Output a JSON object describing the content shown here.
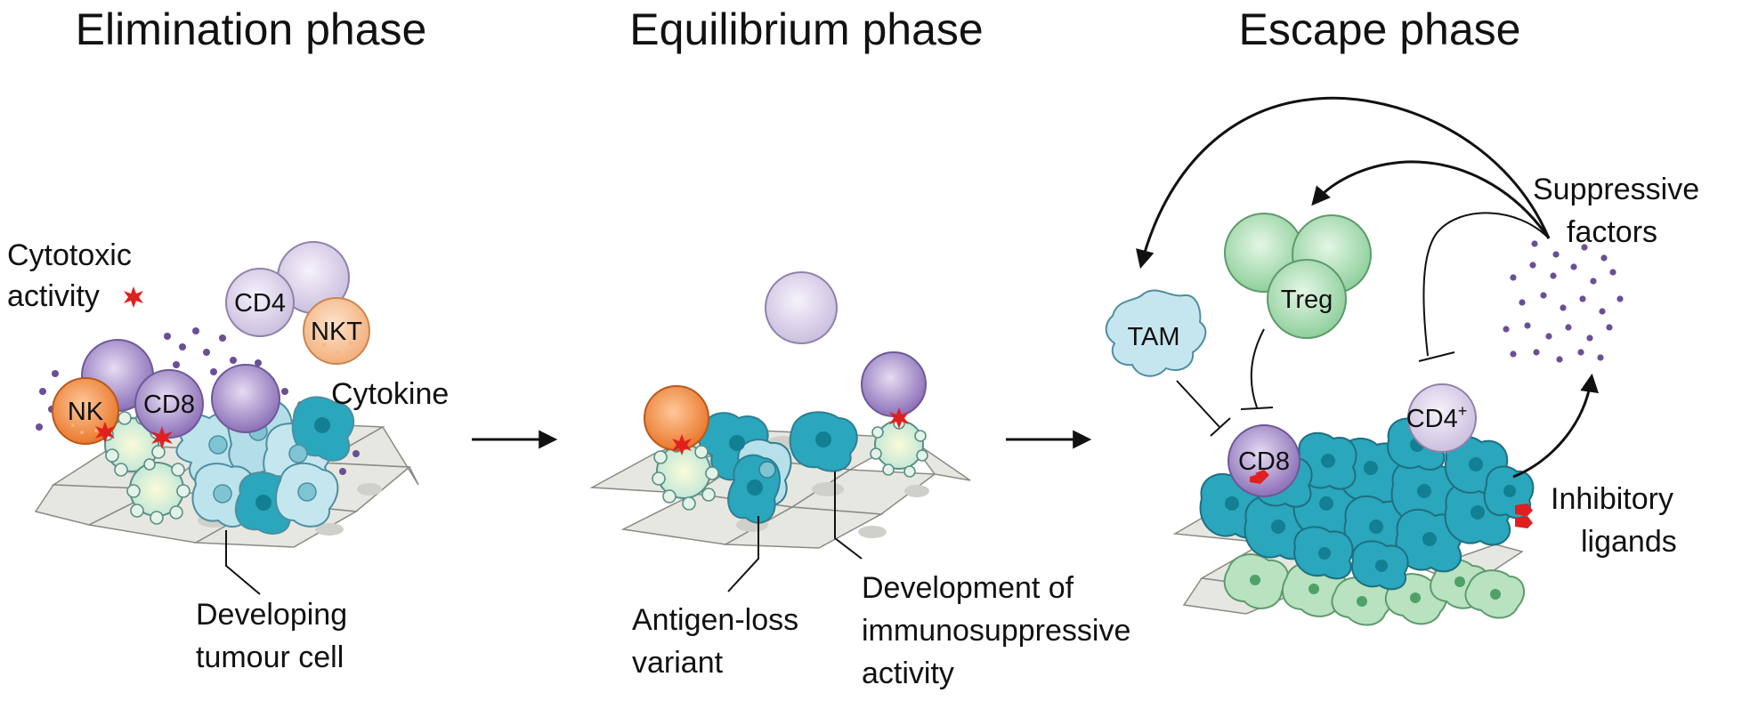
{
  "phases": [
    {
      "title": "Elimination phase"
    },
    {
      "title": "Equilibrium phase"
    },
    {
      "title": "Escape phase"
    }
  ],
  "elimination": {
    "cytotoxic_line1": "Cytotoxic",
    "cytotoxic_line2": "activity",
    "cytokine": "Cytokine",
    "tumour_line1": "Developing",
    "tumour_line2": "tumour cell",
    "cells": {
      "nk": "NK",
      "cd8": "CD8",
      "cd4": "CD4",
      "nkt": "NKT"
    }
  },
  "equilibrium": {
    "antigen_line1": "Antigen-loss",
    "antigen_line2": "variant",
    "dev_line1": "Development of",
    "dev_line2": "immunosuppressive",
    "dev_line3": "activity"
  },
  "escape": {
    "suppressive_line1": "Suppressive",
    "suppressive_line2": "factors",
    "inhibitory_line1": "Inhibitory",
    "inhibitory_line2": "ligands",
    "cells": {
      "tam": "TAM",
      "treg": "Treg",
      "cd8": "CD8",
      "cd4": "CD4",
      "cd4_sup": "+"
    }
  },
  "colors": {
    "nk": "#f08a3c",
    "nkt": "#f8c49a",
    "cd8": "#a88fc8",
    "cd4": "#ddd5ea",
    "tumour_light": "#b7e0ea",
    "tumour_dark": "#2aa6bd",
    "treg": "#a9dcb2",
    "stroma": "#e5e5e0",
    "red": "#e0201f",
    "dots": "#6a4f96"
  }
}
